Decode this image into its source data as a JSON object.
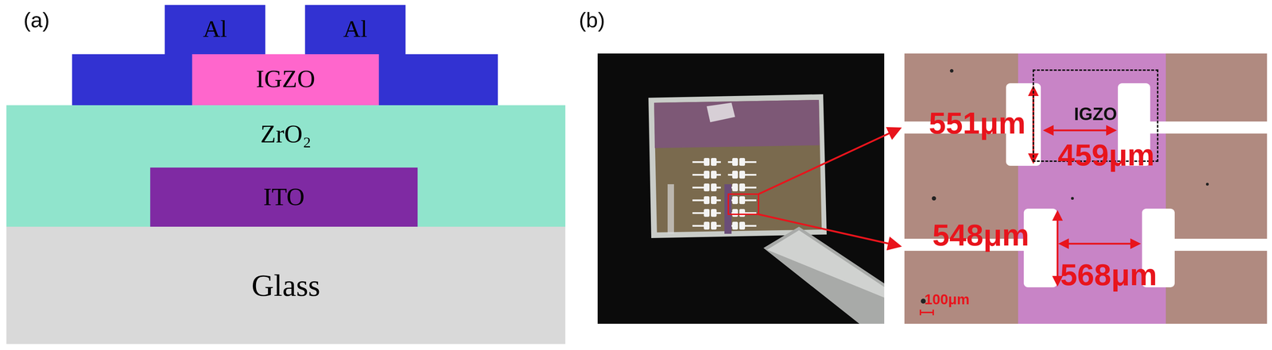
{
  "diagram": {
    "nodes": [
      {
        "text": [
          "Al"
        ]
      },
      {
        "text": [
          "Al"
        ]
      },
      {
        "text": [
          "IGZO"
        ]
      },
      {
        "text": [
          "ZrO₂"
        ]
      },
      {
        "text": [
          "ITO"
        ]
      },
      {
        "text": [
          "Glass"
        ]
      },
      {
        "text": [
          "IGZO"
        ]
      }
    ],
    "labels": [
      "(a)",
      "(b)",
      "551μm",
      "459μm",
      "548μm",
      "568μm",
      "100μm"
    ]
  }
}
